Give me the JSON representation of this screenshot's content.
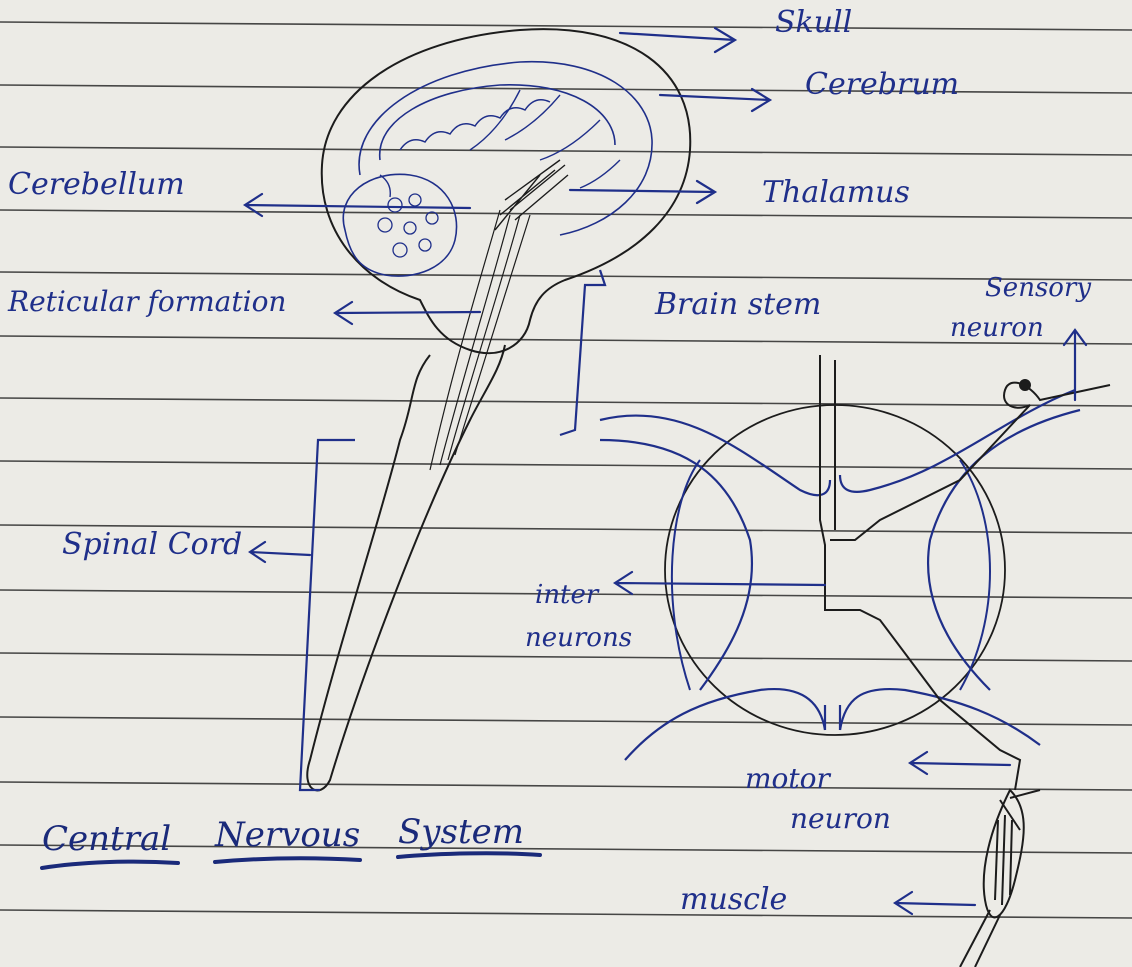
{
  "labels": {
    "skull": "Skull",
    "cerebrum": "Cerebrum",
    "cerebellum": "Cerebellum",
    "thalamus": "Thalamus",
    "reticular_formation": "Reticular formation",
    "brain_stem": "Brain stem",
    "sensory_neuron_1": "Sensory",
    "sensory_neuron_2": "neuron",
    "spinal_cord": "Spinal Cord",
    "inter_neurons_1": "inter",
    "inter_neurons_2": "neurons",
    "motor_neuron_1": "motor",
    "motor_neuron_2": "neuron",
    "muscle": "muscle"
  },
  "title": {
    "word1": "Central",
    "word2": "Nervous",
    "word3": "System"
  },
  "colors": {
    "paper": "#ecebe6",
    "rule": "#2a2a2a",
    "ink_blue": "#1f2f8a",
    "pencil": "#1c1c1c"
  }
}
